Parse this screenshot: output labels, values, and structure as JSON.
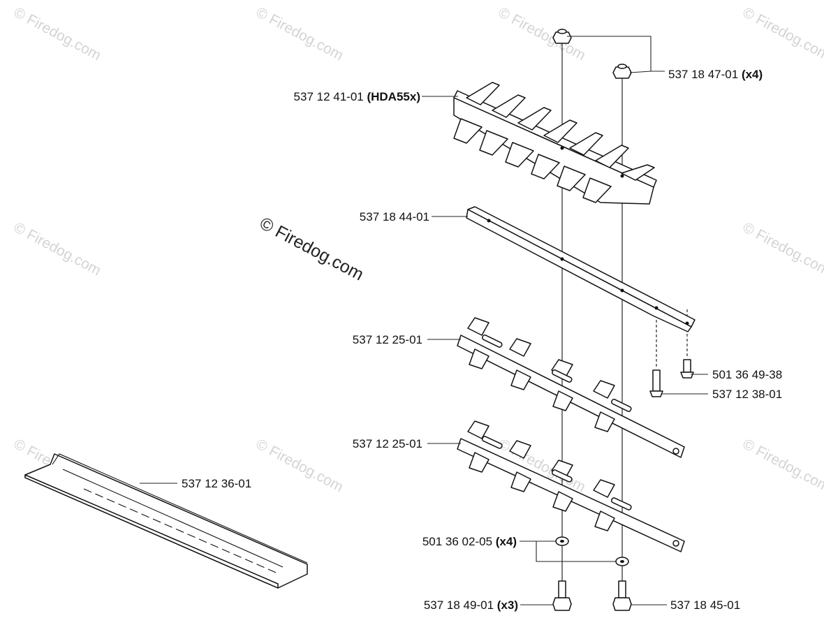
{
  "watermark": {
    "text": "© Firedog.com"
  },
  "labels": {
    "hexnut": {
      "number": "537 18 47-01",
      "qty": "(x4)"
    },
    "upper_blade": {
      "number": "537 12 41-01",
      "qty": "(HDA55x)"
    },
    "guide_bar": {
      "number": "537 18 44-01"
    },
    "cutter_blade_1": {
      "number": "537 12 25-01"
    },
    "cutter_blade_2": {
      "number": "537 12 25-01"
    },
    "screw_small": {
      "number": "501 36 49-38"
    },
    "screw_long": {
      "number": "537 12 38-01"
    },
    "blade_guard": {
      "number": "537 12 36-01"
    },
    "washer": {
      "number": "501 36 02-05",
      "qty": "(x4)"
    },
    "bolt_left": {
      "number": "537 18 49-01",
      "qty": "(x3)"
    },
    "bolt_right": {
      "number": "537 18 45-01"
    }
  }
}
